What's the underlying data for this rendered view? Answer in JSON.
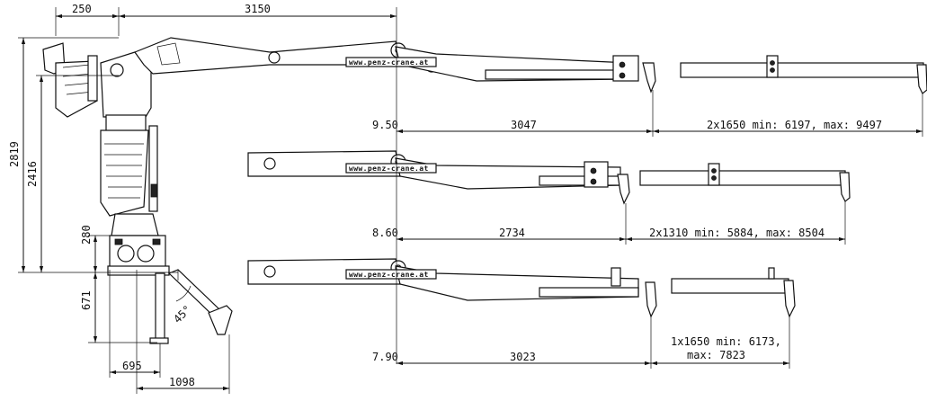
{
  "diagram": {
    "brand_url": "www.penz-crane.at",
    "dimensions": {
      "top_left": "250",
      "top_main": "3150",
      "height_total": "2819",
      "height_mid": "2416",
      "base_upper": "280",
      "base_lower": "671",
      "angle": "45°",
      "base_width_inner": "695",
      "base_width_outer": "1098"
    },
    "configurations": [
      {
        "reach": "9.50",
        "main": "3047",
        "extension": "2x1650 min: 6197, max: 9497"
      },
      {
        "reach": "8.60",
        "main": "2734",
        "extension": "2x1310 min: 5884, max: 8504"
      },
      {
        "reach": "7.90",
        "main": "3023",
        "extension_line1": "1x1650 min: 6173,",
        "extension_line2": "max: 7823"
      }
    ]
  }
}
